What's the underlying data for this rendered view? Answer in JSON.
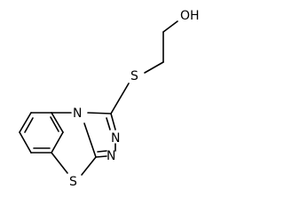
{
  "molecule": {
    "atoms": {
      "oh": "OH",
      "s_thioether": "S",
      "n_ring": "N",
      "n_upper": "N",
      "n_lower": "N",
      "s_thiazole": "S"
    }
  }
}
